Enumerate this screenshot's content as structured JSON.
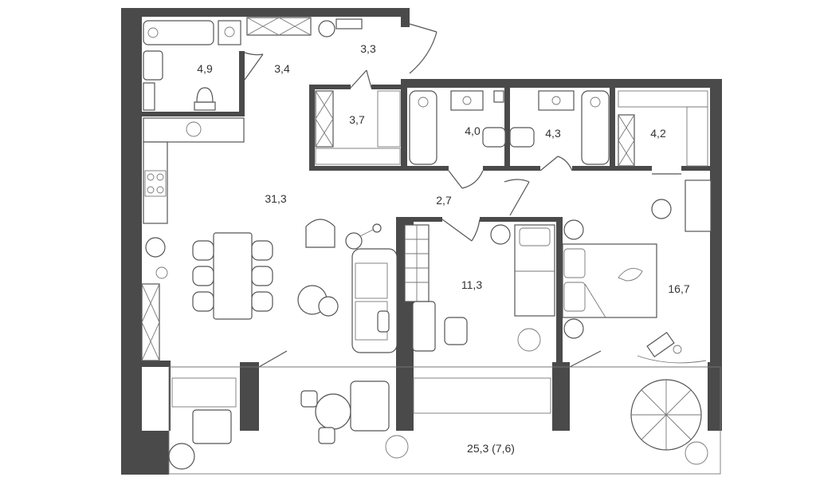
{
  "rooms": [
    {
      "id": "bathroom-1",
      "label": "4,9"
    },
    {
      "id": "hall-1",
      "label": "3,4"
    },
    {
      "id": "hall-2",
      "label": "3,3"
    },
    {
      "id": "closet-1",
      "label": "3,7"
    },
    {
      "id": "bathroom-2",
      "label": "4,0"
    },
    {
      "id": "bathroom-3",
      "label": "4,3"
    },
    {
      "id": "closet-2",
      "label": "4,2"
    },
    {
      "id": "living-kitchen",
      "label": "31,3"
    },
    {
      "id": "corridor",
      "label": "2,7"
    },
    {
      "id": "bedroom-1",
      "label": "11,3"
    },
    {
      "id": "bedroom-2",
      "label": "16,7"
    },
    {
      "id": "terrace",
      "label": "25,3 (7,6)"
    }
  ],
  "colors": {
    "wall": "#4a4a4a",
    "line": "#555555",
    "background": "#ffffff"
  }
}
